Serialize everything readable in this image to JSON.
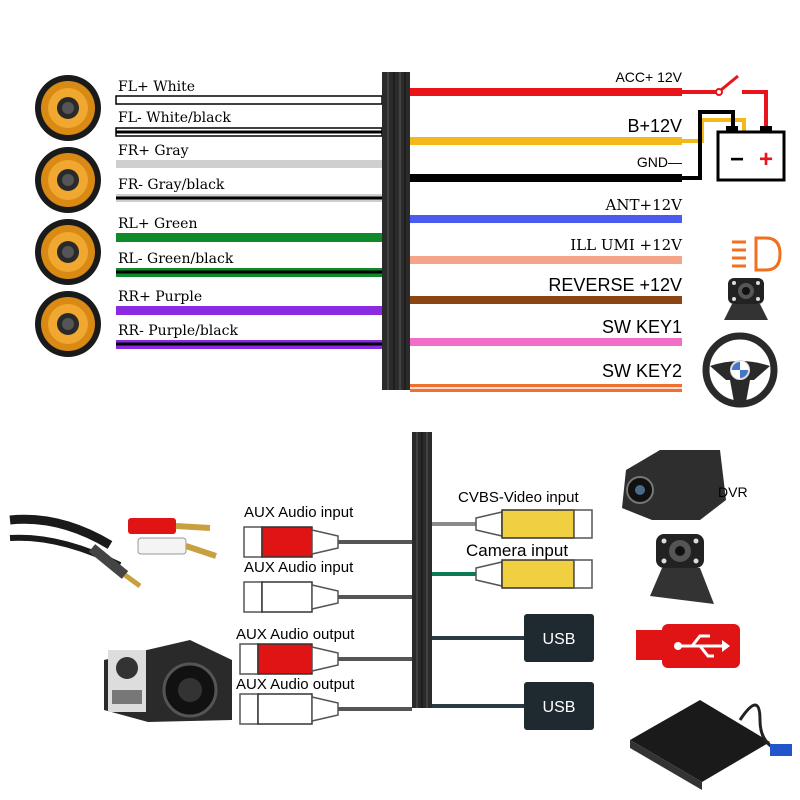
{
  "speaker_wires": [
    {
      "label": "FL+ White",
      "color": "#ffffff",
      "stripe": ""
    },
    {
      "label": "FL- White/black",
      "color": "#ffffff",
      "stripe": "#000000"
    },
    {
      "label": "FR+ Gray",
      "color": "#cfcfcf",
      "stripe": ""
    },
    {
      "label": "FR- Gray/black",
      "color": "#cfcfcf",
      "stripe": "#000000"
    },
    {
      "label": "RL+ Green",
      "color": "#0e8a2a",
      "stripe": ""
    },
    {
      "label": "RL- Green/black",
      "color": "#0e8a2a",
      "stripe": "#000000"
    },
    {
      "label": "RR+ Purple",
      "color": "#8a2be2",
      "stripe": ""
    },
    {
      "label": "RR- Purple/black",
      "color": "#8a2be2",
      "stripe": "#000000"
    }
  ],
  "power_wires": [
    {
      "label": "ACC+  12V",
      "color": "#e8141a"
    },
    {
      "label": "B+12V",
      "color": "#f2b81c"
    },
    {
      "label": "GND—",
      "color": "#000000"
    },
    {
      "label": "ANT+12V",
      "color": "#4a5cf0"
    },
    {
      "label": "ILL UMI +12V",
      "color": "#f5a48a"
    },
    {
      "label": "REVERSE +12V",
      "color": "#8b4513"
    },
    {
      "label": "SW KEY1",
      "color": "#f06ec8"
    },
    {
      "label": "SW KEY2",
      "color": "#f07030"
    }
  ],
  "aux_left": [
    {
      "label": "AUX Audio input",
      "plug_color": "#e01414"
    },
    {
      "label": "AUX Audio input",
      "plug_color": "#ffffff"
    },
    {
      "label": "AUX Audio output",
      "plug_color": "#e01414"
    },
    {
      "label": "AUX Audio output",
      "plug_color": "#ffffff"
    }
  ],
  "video_right": [
    {
      "label": "CVBS-Video input",
      "plug_color": "#f0d040",
      "wire_color": "#8a8a8a"
    },
    {
      "label": "Camera   input",
      "plug_color": "#f0d040",
      "wire_color": "#0e7a55"
    }
  ],
  "usb_ports": [
    {
      "label": "USB"
    },
    {
      "label": "USB"
    }
  ],
  "devices": {
    "dvr_label": "DVR"
  },
  "battery": {
    "minus": "−",
    "plus": "+"
  }
}
